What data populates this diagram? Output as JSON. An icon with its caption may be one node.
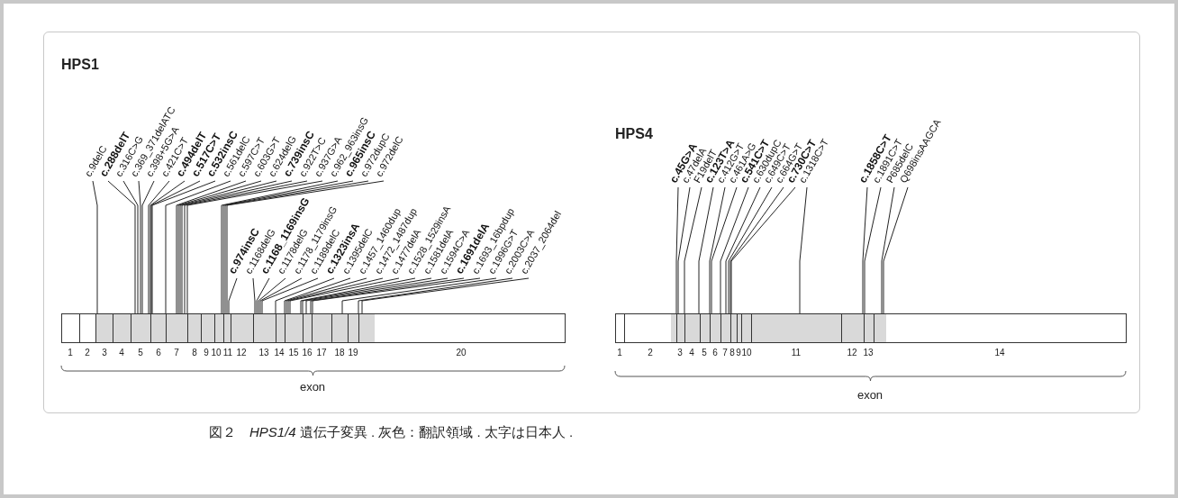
{
  "diagram": {
    "caption": "図２　*HPS1/4* 遺伝子変異 . 灰色：翻訳領域 . 太字は日本人 .",
    "nodes": [
      {
        "text": [],
        "shape": "bar",
        "beside": [
          "1",
          "2",
          "3",
          "4",
          "5",
          "6",
          "7",
          "8",
          "9",
          "10",
          "11",
          "12",
          "13",
          "14",
          "15",
          "16",
          "17",
          "18",
          "19",
          "20"
        ]
      },
      {
        "text": [
          "c.9delC"
        ]
      },
      {
        "text": [
          "**c.288delT**"
        ]
      },
      {
        "text": [
          "c.316C>G"
        ]
      },
      {
        "text": [
          "c.369_371delATC"
        ]
      },
      {
        "text": [
          "c.398+5G>A"
        ]
      },
      {
        "text": [
          "c.421C>T"
        ]
      },
      {
        "text": [
          "**c.494delT**"
        ]
      },
      {
        "text": [
          "**c.517C>T**"
        ]
      },
      {
        "text": [
          "**c.532insC**"
        ]
      },
      {
        "text": [
          "c.561delC"
        ]
      },
      {
        "text": [
          "c.597C>T"
        ]
      },
      {
        "text": [
          "c.603G>T"
        ]
      },
      {
        "text": [
          "c.624delG"
        ]
      },
      {
        "text": [
          "**c.739insC**"
        ]
      },
      {
        "text": [
          "c.922T>C"
        ]
      },
      {
        "text": [
          "c.937G>A"
        ]
      },
      {
        "text": [
          "c.962_963insG"
        ]
      },
      {
        "text": [
          "**c.965insC**"
        ]
      },
      {
        "text": [
          "c.972dupC"
        ]
      },
      {
        "text": [
          "c.972delC"
        ]
      },
      {
        "text": [
          "**c.974insC**"
        ]
      },
      {
        "text": [
          "c.1168delG"
        ]
      },
      {
        "text": [
          "**c.1168_1169insG**"
        ]
      },
      {
        "text": [
          "c.1178delG"
        ]
      },
      {
        "text": [
          "c.1178_1179insG"
        ]
      },
      {
        "text": [
          "c.1189delC"
        ]
      },
      {
        "text": [
          "**c.1323insA**"
        ]
      },
      {
        "text": [
          "c.1395delC"
        ]
      },
      {
        "text": [
          "c.1457_1460dup"
        ]
      },
      {
        "text": [
          "c.1472_1487dup"
        ]
      },
      {
        "text": [
          "c.1477delA"
        ]
      },
      {
        "text": [
          "c.1528_1529insA"
        ]
      },
      {
        "text": [
          "c.1581delA"
        ]
      },
      {
        "text": [
          "c.1594C>A"
        ]
      },
      {
        "text": [
          "**c.1691delA**"
        ]
      },
      {
        "text": [
          "c.1693_16bpdup"
        ]
      },
      {
        "text": [
          "c.1996G>T"
        ]
      },
      {
        "text": [
          "c.2003C>A"
        ]
      },
      {
        "text": [
          "c.2037_2064del"
        ]
      },
      {
        "text": [],
        "shape": "bar",
        "beside": [
          "1",
          "2",
          "3",
          "4",
          "5",
          "6",
          "7",
          "8",
          "9",
          "10",
          "11",
          "12",
          "13",
          "14"
        ]
      },
      {
        "text": [
          "**c.45G>A**"
        ]
      },
      {
        "text": [
          "c.47delA"
        ]
      },
      {
        "text": [
          "F19delT"
        ]
      },
      {
        "text": [
          "**c.123T>A**"
        ]
      },
      {
        "text": [
          "c.412G>T"
        ]
      },
      {
        "text": [
          "c.461A>G"
        ]
      },
      {
        "text": [
          "**c.541C>T**"
        ]
      },
      {
        "text": [
          "c.630dupC"
        ]
      },
      {
        "text": [
          "c.649C>T"
        ]
      },
      {
        "text": [
          "c.664G>T"
        ]
      },
      {
        "text": [
          "**c.730C>T**"
        ]
      },
      {
        "text": [
          "c.1318C>T"
        ]
      },
      {
        "text": [
          "**c.1858C>T**"
        ]
      },
      {
        "text": [
          "c.1891C>T"
        ]
      },
      {
        "text": [
          "P685delC"
        ]
      },
      {
        "text": [
          "Q698insAAGCA"
        ]
      }
    ],
    "edges": [
      {
        "from": 1,
        "to": 0,
        "arrow": "none"
      },
      {
        "from": 2,
        "to": 0,
        "arrow": "none"
      },
      {
        "from": 3,
        "to": 0,
        "arrow": "none"
      },
      {
        "from": 4,
        "to": 0,
        "arrow": "none"
      },
      {
        "from": 5,
        "to": 0,
        "arrow": "none"
      },
      {
        "from": 6,
        "to": 0,
        "arrow": "none"
      },
      {
        "from": 7,
        "to": 0,
        "arrow": "none"
      },
      {
        "from": 8,
        "to": 0,
        "arrow": "none"
      },
      {
        "from": 9,
        "to": 0,
        "arrow": "none"
      },
      {
        "from": 10,
        "to": 0,
        "arrow": "none"
      },
      {
        "from": 11,
        "to": 0,
        "arrow": "none"
      },
      {
        "from": 12,
        "to": 0,
        "arrow": "none"
      },
      {
        "from": 13,
        "to": 0,
        "arrow": "none"
      },
      {
        "from": 14,
        "to": 0,
        "arrow": "none"
      },
      {
        "from": 15,
        "to": 0,
        "arrow": "none"
      },
      {
        "from": 16,
        "to": 0,
        "arrow": "none"
      },
      {
        "from": 17,
        "to": 0,
        "arrow": "none"
      },
      {
        "from": 18,
        "to": 0,
        "arrow": "none"
      },
      {
        "from": 19,
        "to": 0,
        "arrow": "none"
      },
      {
        "from": 20,
        "to": 0,
        "arrow": "none"
      },
      {
        "from": 21,
        "to": 0,
        "arrow": "none"
      },
      {
        "from": 22,
        "to": 0,
        "arrow": "none"
      },
      {
        "from": 23,
        "to": 0,
        "arrow": "none"
      },
      {
        "from": 24,
        "to": 0,
        "arrow": "none"
      },
      {
        "from": 25,
        "to": 0,
        "arrow": "none"
      },
      {
        "from": 26,
        "to": 0,
        "arrow": "none"
      },
      {
        "from": 27,
        "to": 0,
        "arrow": "none"
      },
      {
        "from": 28,
        "to": 0,
        "arrow": "none"
      },
      {
        "from": 29,
        "to": 0,
        "arrow": "none"
      },
      {
        "from": 30,
        "to": 0,
        "arrow": "none"
      },
      {
        "from": 31,
        "to": 0,
        "arrow": "none"
      },
      {
        "from": 32,
        "to": 0,
        "arrow": "none"
      },
      {
        "from": 33,
        "to": 0,
        "arrow": "none"
      },
      {
        "from": 34,
        "to": 0,
        "arrow": "none"
      },
      {
        "from": 35,
        "to": 0,
        "arrow": "none"
      },
      {
        "from": 36,
        "to": 0,
        "arrow": "none"
      },
      {
        "from": 37,
        "to": 0,
        "arrow": "none"
      },
      {
        "from": 38,
        "to": 0,
        "arrow": "none"
      },
      {
        "from": 39,
        "to": 0,
        "arrow": "none"
      },
      {
        "from": 41,
        "to": 40,
        "arrow": "none"
      },
      {
        "from": 42,
        "to": 40,
        "arrow": "none"
      },
      {
        "from": 43,
        "to": 40,
        "arrow": "none"
      },
      {
        "from": 44,
        "to": 40,
        "arrow": "none"
      },
      {
        "from": 45,
        "to": 40,
        "arrow": "none"
      },
      {
        "from": 46,
        "to": 40,
        "arrow": "none"
      },
      {
        "from": 47,
        "to": 40,
        "arrow": "none"
      },
      {
        "from": 48,
        "to": 40,
        "arrow": "none"
      },
      {
        "from": 49,
        "to": 40,
        "arrow": "none"
      },
      {
        "from": 50,
        "to": 40,
        "arrow": "none"
      },
      {
        "from": 51,
        "to": 40,
        "arrow": "none"
      },
      {
        "from": 52,
        "to": 40,
        "arrow": "none"
      },
      {
        "from": 53,
        "to": 40,
        "arrow": "none"
      },
      {
        "from": 54,
        "to": 40,
        "arrow": "none"
      },
      {
        "from": 55,
        "to": 40,
        "arrow": "none"
      },
      {
        "from": 56,
        "to": 40,
        "arrow": "none"
      }
    ],
    "labels": [
      "HPS1",
      "exon",
      "HPS4",
      "exon"
    ]
  }
}
